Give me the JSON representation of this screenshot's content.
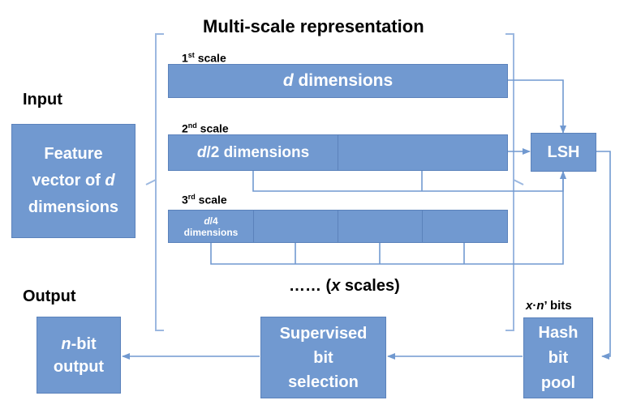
{
  "title": "Multi-scale representation",
  "input_label": "Input",
  "output_label": "Output",
  "input_box": {
    "line1": "Feature",
    "line2_pre": "vector of ",
    "line2_var": "d",
    "line3": "dimensions"
  },
  "scales": [
    {
      "ord_num": "1",
      "ord_sup": "st",
      "ord_word": " scale",
      "var": "d",
      "text": " dimensions"
    },
    {
      "ord_num": "2",
      "ord_sup": "nd",
      "ord_word": " scale",
      "var": "d",
      "text": "/2 dimensions"
    },
    {
      "ord_num": "3",
      "ord_sup": "rd",
      "ord_word": " scale",
      "var": "d",
      "text": "/4",
      "text2": "dimensions"
    }
  ],
  "more_scales": {
    "pre": "…… (",
    "var": "x",
    "post": " scales)"
  },
  "lsh": "LSH",
  "bits_label": {
    "var1": "x",
    "dot": "·",
    "var2": "n",
    "post": "’ bits"
  },
  "hash_pool": {
    "line1": "Hash",
    "line2": "bit",
    "line3": "pool"
  },
  "selection": {
    "line1": "Supervised",
    "line2": "bit",
    "line3": "selection"
  },
  "output_box": {
    "var": "n",
    "line1_post": "-bit",
    "line2": "output"
  },
  "colors": {
    "box_fill": "#7199d0",
    "box_border": "#5b82bb",
    "wire": "#7199d0",
    "bracket": "#9cb8e0"
  }
}
